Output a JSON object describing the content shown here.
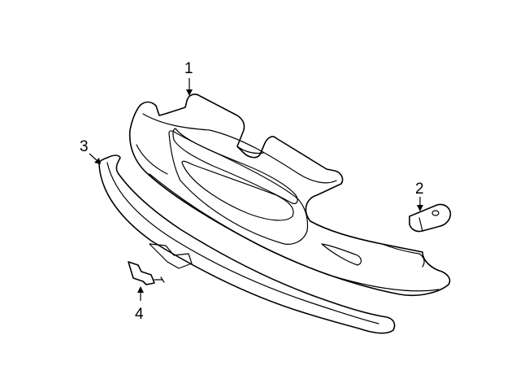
{
  "diagram": {
    "callouts": [
      {
        "number": "1",
        "part": "grille"
      },
      {
        "number": "2",
        "part": "bracket"
      },
      {
        "number": "3",
        "part": "molding"
      },
      {
        "number": "4",
        "part": "clip"
      }
    ]
  }
}
